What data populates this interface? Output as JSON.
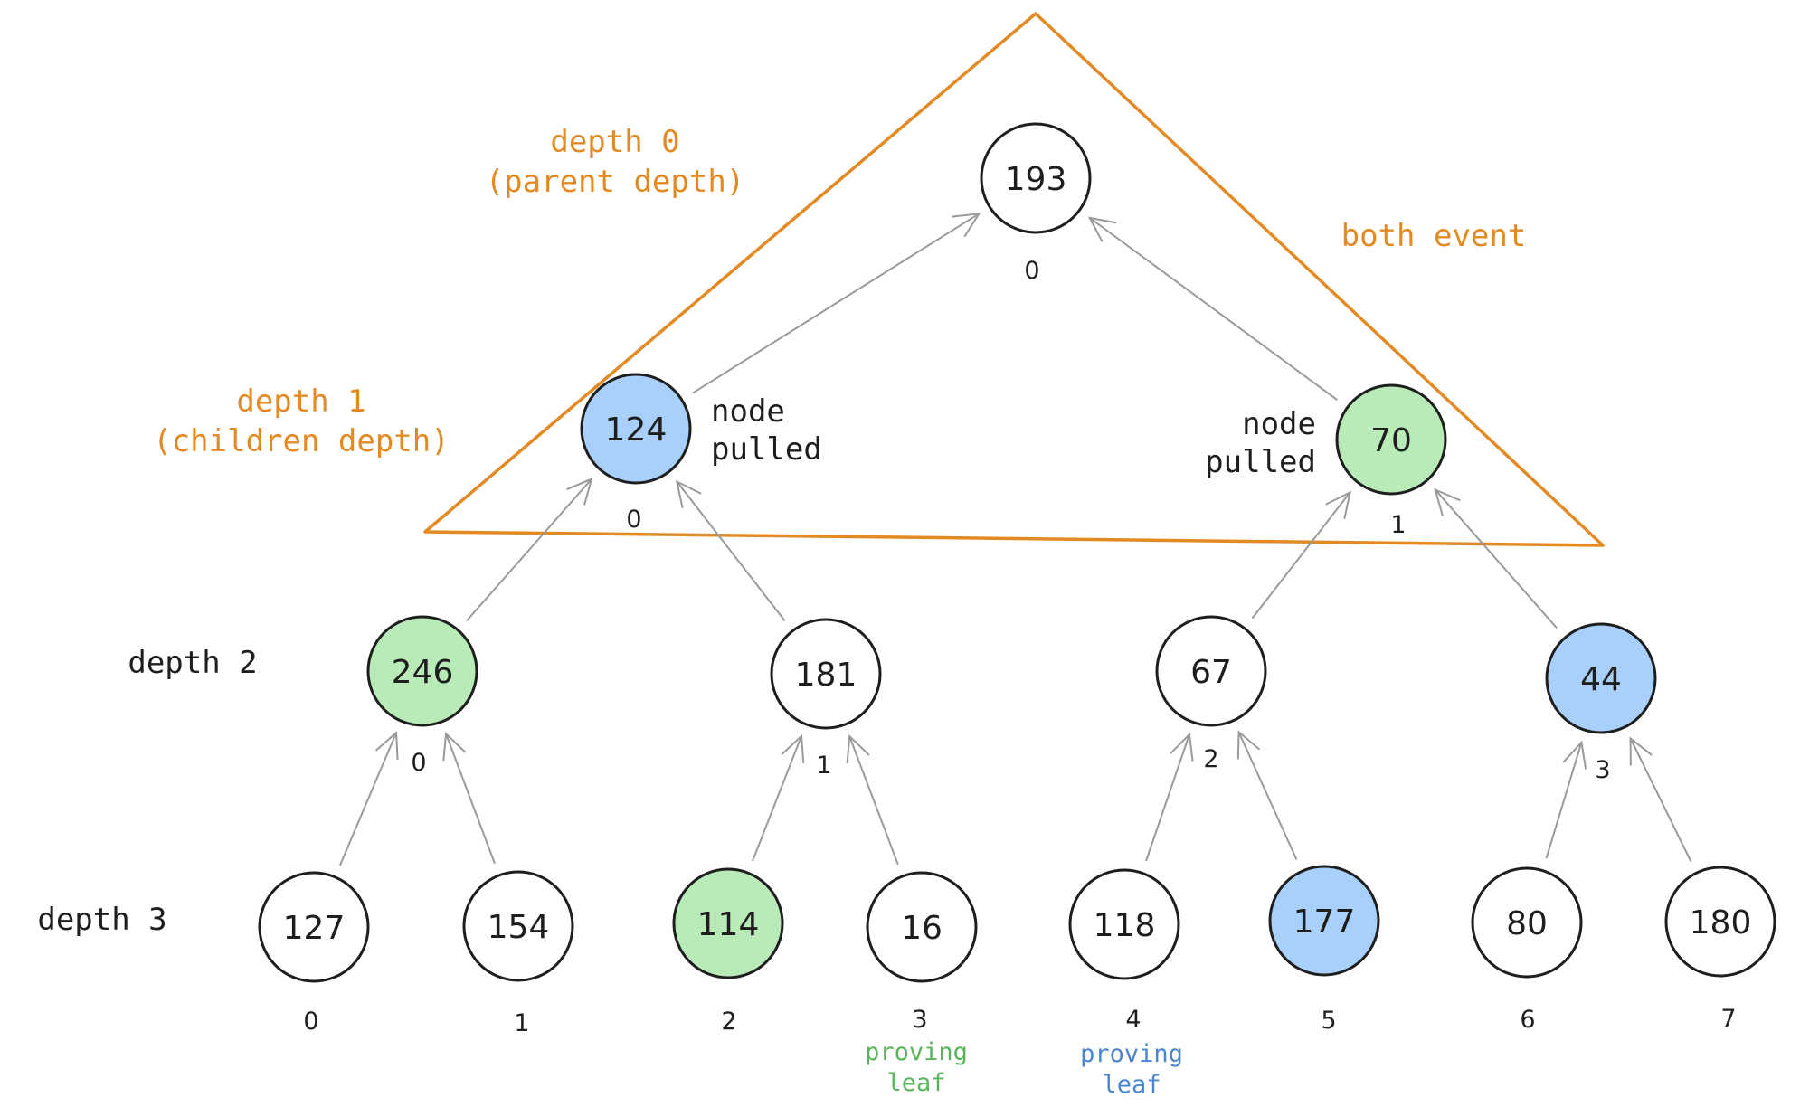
{
  "colors": {
    "orange": "#e48a24",
    "green_fill": "#b9ebb8",
    "blue_fill": "#a8d0fb",
    "white_fill": "#ffffff",
    "green_text": "#5ab55a",
    "blue_text": "#4a86cf",
    "ink": "#1e1e1e"
  },
  "levels": {
    "depth0": {
      "line1": "depth 0",
      "line2": "(parent depth)"
    },
    "depth1": {
      "line1": "depth 1",
      "line2": "(children depth)"
    },
    "depth2": "depth 2",
    "depth3": "depth 3"
  },
  "annotations": {
    "both_event": "both event",
    "pulled_left": {
      "line1": "node",
      "line2": "pulled"
    },
    "pulled_right": {
      "line1": "node",
      "line2": "pulled"
    },
    "proving_leaf_green": {
      "line1": "proving",
      "line2": "leaf"
    },
    "proving_leaf_blue": {
      "line1": "proving",
      "line2": "leaf"
    }
  },
  "nodes": [
    {
      "id": "root",
      "value": "193",
      "index": "0",
      "fill": "white"
    },
    {
      "id": "d1_0",
      "value": "124",
      "index": "0",
      "fill": "blue"
    },
    {
      "id": "d1_1",
      "value": "70",
      "index": "1",
      "fill": "green"
    },
    {
      "id": "d2_0",
      "value": "246",
      "index": "0",
      "fill": "green"
    },
    {
      "id": "d2_1",
      "value": "181",
      "index": "1",
      "fill": "white"
    },
    {
      "id": "d2_2",
      "value": "67",
      "index": "2",
      "fill": "white"
    },
    {
      "id": "d2_3",
      "value": "44",
      "index": "3",
      "fill": "blue"
    },
    {
      "id": "d3_0",
      "value": "127",
      "index": "0",
      "fill": "white"
    },
    {
      "id": "d3_1",
      "value": "154",
      "index": "1",
      "fill": "white"
    },
    {
      "id": "d3_2",
      "value": "114",
      "index": "2",
      "fill": "green"
    },
    {
      "id": "d3_3",
      "value": "16",
      "index": "3",
      "fill": "white"
    },
    {
      "id": "d3_4",
      "value": "118",
      "index": "4",
      "fill": "white"
    },
    {
      "id": "d3_5",
      "value": "177",
      "index": "5",
      "fill": "blue"
    },
    {
      "id": "d3_6",
      "value": "80",
      "index": "6",
      "fill": "white"
    },
    {
      "id": "d3_7",
      "value": "180",
      "index": "7",
      "fill": "white"
    }
  ],
  "edges": [
    {
      "from": "d1_0",
      "to": "root"
    },
    {
      "from": "d1_1",
      "to": "root"
    },
    {
      "from": "d2_0",
      "to": "d1_0"
    },
    {
      "from": "d2_1",
      "to": "d1_0"
    },
    {
      "from": "d2_2",
      "to": "d1_1"
    },
    {
      "from": "d2_3",
      "to": "d1_1"
    },
    {
      "from": "d3_0",
      "to": "d2_0"
    },
    {
      "from": "d3_1",
      "to": "d2_0"
    },
    {
      "from": "d3_2",
      "to": "d2_1"
    },
    {
      "from": "d3_3",
      "to": "d2_1"
    },
    {
      "from": "d3_4",
      "to": "d2_2"
    },
    {
      "from": "d3_5",
      "to": "d2_2"
    },
    {
      "from": "d3_6",
      "to": "d2_3"
    },
    {
      "from": "d3_7",
      "to": "d2_3"
    }
  ]
}
